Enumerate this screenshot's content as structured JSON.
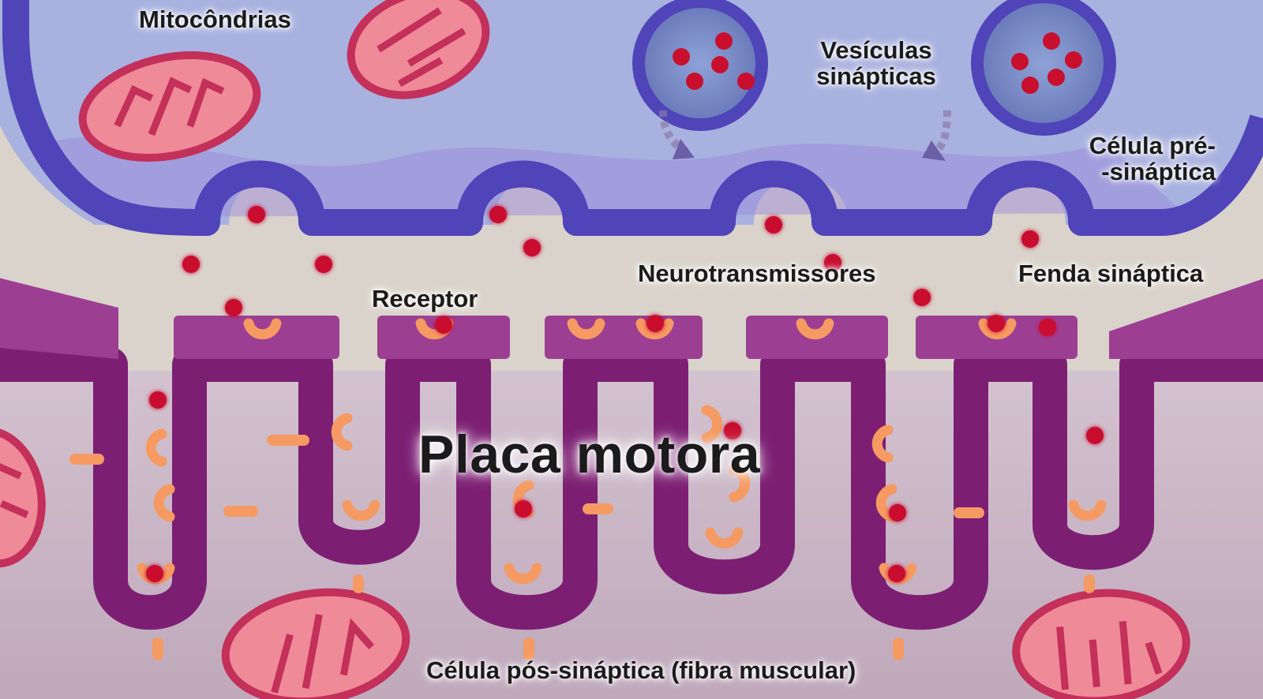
{
  "labels": {
    "mitochondria": "Mitocôndrias",
    "vesicles_line1": "Vesículas",
    "vesicles_line2": "sinápticas",
    "presynaptic_line1": "Célula pré-",
    "presynaptic_line2": "-sináptica",
    "neurotransmitters": "Neurotransmissores",
    "cleft": "Fenda sináptica",
    "receptor": "Receptor",
    "title": "Placa motora",
    "postsynaptic": "Célula pós-sináptica (fibra muscular)"
  },
  "colors": {
    "background": "#d9d3cb",
    "presynaptic_fill": "#a9b1df",
    "presynaptic_membrane": "#4f44b8",
    "postsynaptic_membrane": "#7c1f73",
    "postsynaptic_fill": "#c9b5c4",
    "mitochondria_fill": "#ef8a98",
    "mitochondria_outline": "#c3305a",
    "neurotransmitter": "#c8102e",
    "receptor": "#f59a62"
  }
}
